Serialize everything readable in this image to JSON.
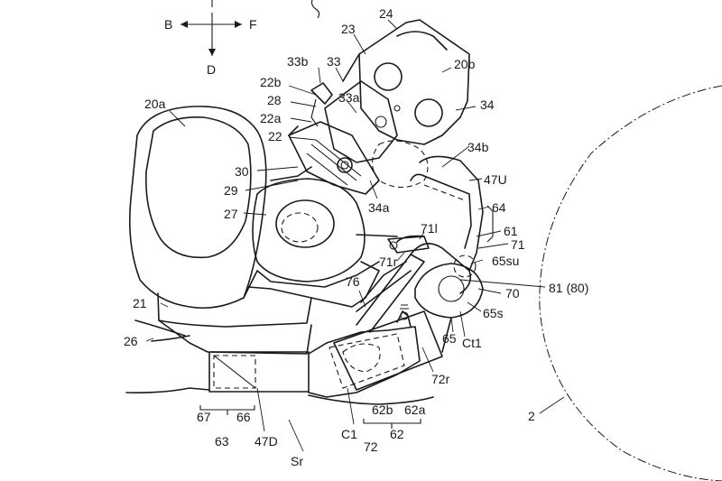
{
  "direction": {
    "back": "B",
    "forward": "F",
    "down": "D"
  },
  "labels": {
    "l20a": "20a",
    "l20b": "20b",
    "l23": "23",
    "l24": "24",
    "l33b": "33b",
    "l33": "33",
    "l33a": "33a",
    "l34": "34",
    "l34b": "34b",
    "l34a": "34a",
    "l22b": "22b",
    "l28": "28",
    "l22a": "22a",
    "l22": "22",
    "l30": "30",
    "l29": "29",
    "l27": "27",
    "l47U": "47U",
    "l64": "64",
    "l61": "61",
    "l71": "71",
    "l71l": "71l",
    "l71r": "71r",
    "l65su": "65su",
    "l81": "81 (80)",
    "l70": "70",
    "l65s": "65s",
    "l76": "76",
    "l65": "65",
    "lCt1": "Ct1",
    "l72r": "72r",
    "l21": "21",
    "l26": "26",
    "l67": "67",
    "l66": "66",
    "l63": "63",
    "l47D": "47D",
    "lSr": "Sr",
    "lC1": "C1",
    "l72": "72",
    "l62b": "62b",
    "l62a": "62a",
    "l62": "62",
    "l2": "2"
  }
}
